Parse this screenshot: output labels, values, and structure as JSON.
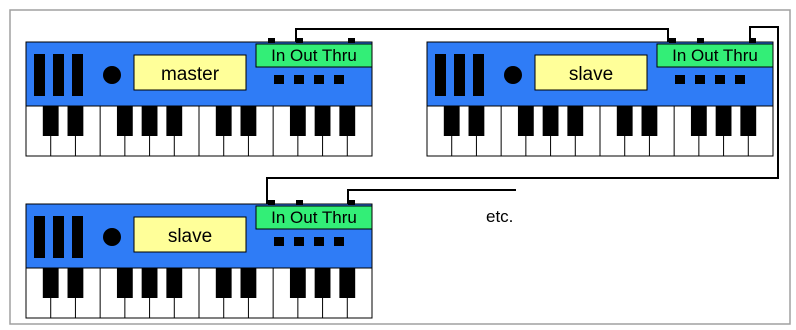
{
  "diagram": {
    "keyboards": [
      {
        "name_label": "master",
        "ports_label": "In Out Thru"
      },
      {
        "name_label": "slave",
        "ports_label": "In Out Thru"
      },
      {
        "name_label": "slave",
        "ports_label": "In Out Thru"
      }
    ],
    "continuation_text": "etc."
  },
  "colors": {
    "border": "#a0a0a0",
    "keyboard_body": "#2f7cf6",
    "display": "#ffff99",
    "port_label_bg": "#33ee77",
    "black": "#000000",
    "white": "#ffffff"
  }
}
